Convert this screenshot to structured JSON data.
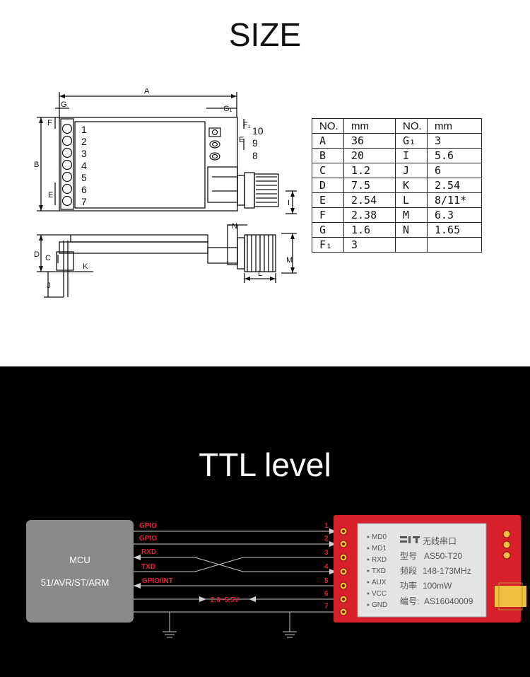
{
  "size_section": {
    "title": "SIZE",
    "dimension_labels": {
      "A": "A",
      "B": "B",
      "C": "C",
      "D": "D",
      "E": "E",
      "F": "F",
      "G": "G",
      "G1": "G₁",
      "F1": "F₁",
      "I": "I",
      "J": "J",
      "K": "K",
      "L": "L",
      "M": "M",
      "N": "N"
    },
    "pin_numbers_left": [
      "1",
      "2",
      "3",
      "4",
      "5",
      "6",
      "7"
    ],
    "pin_numbers_right": [
      "10",
      "9",
      "8"
    ],
    "table": {
      "headers": [
        "NO.",
        "mm",
        "NO.",
        "mm"
      ],
      "rows": [
        [
          "A",
          "36",
          "G₁",
          "3"
        ],
        [
          "B",
          "20",
          "I",
          "5.6"
        ],
        [
          "C",
          "1.2",
          "J",
          "6"
        ],
        [
          "D",
          "7.5",
          "K",
          "2.54"
        ],
        [
          "E",
          "2.54",
          "L",
          "8/11*"
        ],
        [
          "F",
          "2.38",
          "M",
          "6.3"
        ],
        [
          "G",
          "1.6",
          "N",
          "1.65"
        ],
        [
          "F₁",
          "3",
          "",
          ""
        ]
      ]
    }
  },
  "ttl_section": {
    "title": "TTL level",
    "mcu": {
      "name": "MCU",
      "models": "51/AVR/ST/ARM"
    },
    "wire_labels": [
      "GPIO",
      "GPIO",
      "RXD",
      "TXD",
      "GPIO/INT"
    ],
    "voltage": "2.0~5.5V",
    "pin_numbers": [
      "1",
      "2",
      "3",
      "4",
      "5",
      "6",
      "7"
    ],
    "module_pins": [
      "MD0",
      "MD1",
      "RXD",
      "TXD",
      "AUX",
      "VCC",
      "GND"
    ],
    "module_label": {
      "brand": "无线串口",
      "model_key": "型号",
      "model": "AS50-T20",
      "freq_key": "频段",
      "freq": "148-173MHz",
      "power_key": "功率",
      "power": "100mW",
      "serial_key": "编号:",
      "serial": "AS16040009"
    },
    "colors": {
      "wire_label": "#e0203c",
      "pcb": "#d8202a",
      "mcu_box": "#8a8a8a",
      "wire": "#c8c8c8"
    }
  }
}
